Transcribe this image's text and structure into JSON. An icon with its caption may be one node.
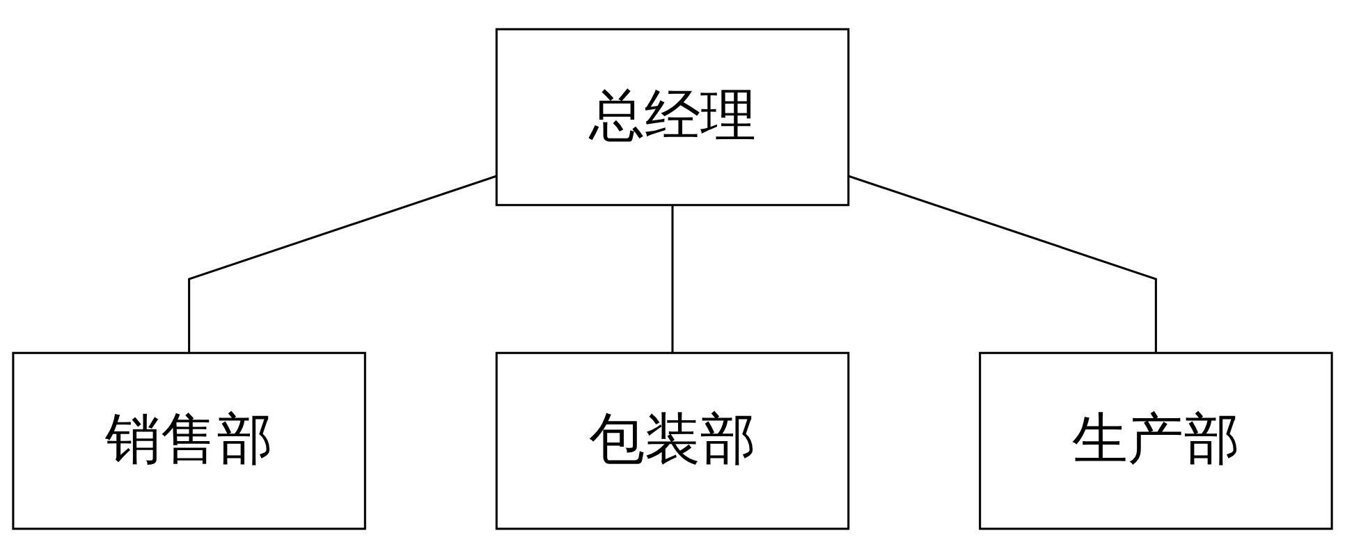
{
  "diagram": {
    "nodes": [
      {
        "text": [
          "总经理"
        ]
      },
      {
        "text": [
          "销售部"
        ]
      },
      {
        "text": [
          "包装部"
        ]
      },
      {
        "text": [
          "生产部"
        ]
      }
    ],
    "edges": [
      {
        "from": 0,
        "to": 1,
        "arrow": "none"
      },
      {
        "from": 0,
        "to": 2,
        "arrow": "none"
      },
      {
        "from": 0,
        "to": 3,
        "arrow": "none"
      }
    ]
  }
}
